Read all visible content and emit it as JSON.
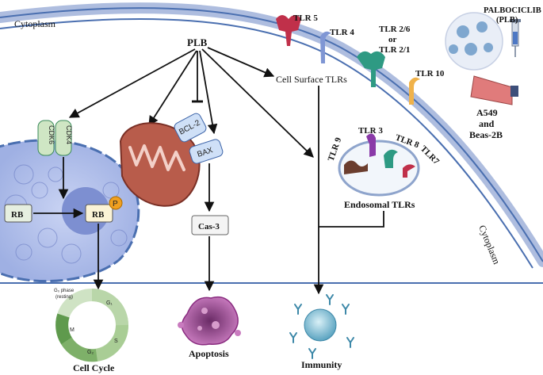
{
  "labels": {
    "cytoplasm_top": "Cytoplasm",
    "cytoplasm_right": "Cytoplasm",
    "plb": "PLB",
    "cell_surface_tlrs": "Cell Surface TLRs",
    "endosomal_tlrs": "Endosomal TLRs",
    "palbociclib_line1": "PALBOCICLIB",
    "palbociclib_line2": "(PLB)",
    "cells_line1": "A549",
    "cells_line2": "and",
    "cells_line3": "Beas-2B",
    "cdk6": "CDK6",
    "cdk4": "CDK4",
    "rb": "RB",
    "rb_p": "RB",
    "phospho": "P",
    "bcl2": "BCL-2",
    "bax": "BAX",
    "cas3": "Cas-3",
    "cell_cycle": "Cell Cycle",
    "apoptosis": "Apoptosis",
    "immunity": "Immunity",
    "g0_phase": "G₀ phase",
    "resting": "(resting)",
    "g1": "G₁",
    "s": "S",
    "g2": "G₂",
    "m": "M"
  },
  "tlrs": {
    "tlr5": "TLR 5",
    "tlr4": "TLR 4",
    "tlr26": "TLR 2/6",
    "or": "or",
    "tlr21": "TLR 2/1",
    "tlr10": "TLR 10",
    "tlr3": "TLR 3",
    "tlr8": "TLR 8",
    "tlr9": "TLR 9",
    "tlr7": "TLR7"
  },
  "colors": {
    "tlr5": "#c0304a",
    "tlr4": "#7f96d4",
    "tlr2": "#2e9a83",
    "tlr10": "#f0b24a",
    "tlr3": "#8a3aa8",
    "tlr8": "#2e9a83",
    "tlr9": "#6b3d2e",
    "tlr7": "#c0304a",
    "membrane": "#4a6fb0",
    "nucleus": "#b7c3ec",
    "mitochondria": "#b85c4b",
    "cell_cycle_light": "#cfe3c4",
    "cell_cycle_dark": "#5f9a4d",
    "apoptosis": "#a0418f",
    "immunity": "#6fb1c9"
  }
}
